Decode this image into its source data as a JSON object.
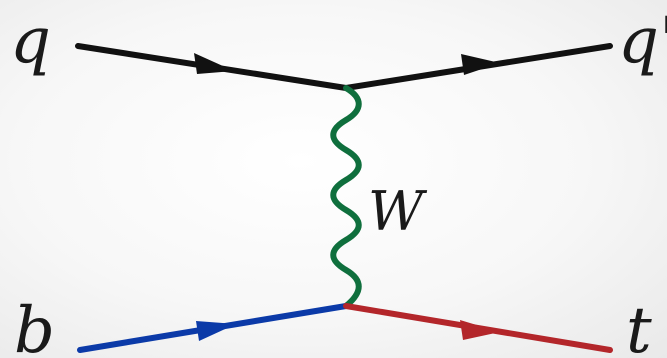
{
  "diagram": {
    "labels": {
      "q_in": "q",
      "q_out": "q'",
      "b_in": "b",
      "t_out": "t",
      "w_boson": "W"
    },
    "colors": {
      "quark_line": "#111111",
      "b_line": "#0b3aa8",
      "top_line": "#b3262a",
      "w_boson": "#0f6f3d",
      "text": "#1a1a1a"
    },
    "icons": {
      "quark_arrow": "filled-triangle-arrow",
      "w_propagator": "wavy-line"
    }
  }
}
